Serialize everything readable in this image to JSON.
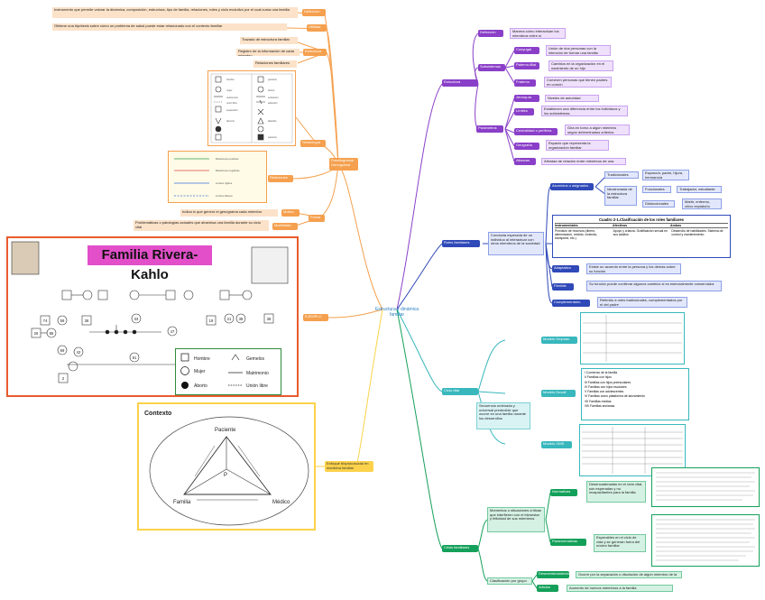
{
  "center": "Estructura y dinámica familiar",
  "colors": {
    "orange": "#f5a04e",
    "purple": "#8a3fc8",
    "blue": "#2f49b8",
    "teal": "#38b7bd",
    "green": "#14a05a",
    "yellow": "#fcd24a"
  },
  "left": {
    "familiograma": "Familiograma/ Genograma",
    "definicion": "Definición",
    "definicion_text": "Instrumento que permite valorar la dinámica, composición, estructura, tipo de familia, relaciones, roles y ciclo evolutivo por el cual cursa una familia",
    "utilidad": "Utilidad",
    "utilidad_text": "Obtiene una hipótesis sobre cómo un problema de salud puede estar relacionado con el contexto familiar",
    "estructura": "Estructura",
    "trazado": "Trazado de estructura familiar",
    "registro": "Registro de la información de cada miembro",
    "relaciones_fam": "Relaciones familiares",
    "simbologia": "Simbología",
    "relaciones": "Relaciones",
    "motivo": "Motivo",
    "motivo_text": "Indica lo que generó el genograma cada miembro",
    "fecha": "Fecha",
    "morbilidad": "Morbilidad",
    "morbilidad_text": "Problemáticas o patologías actuales que atraviesa una familia durante su ciclo vital",
    "ejemplo": "EJEMPLO",
    "symbols": [
      "hombre",
      "mujer",
      "matrimonio",
      "unión libre",
      "separación",
      "divorcio",
      "gemelos",
      "aborto",
      "embarazo",
      "adopción",
      "fallecido",
      "paciente"
    ],
    "relation_lines": [
      "Relaciones positivas",
      "Relaciones negativas",
      "Límites rígidos",
      "Límites difusos"
    ],
    "enfoque": "Enfoque biopsicosocial en medicina familiar"
  },
  "genogram": {
    "title": "Familia Rivera-Kahlo",
    "legend": {
      "hombre": "Hombre",
      "mujer": "Mujer",
      "aborto": "Aborto",
      "gemelos": "Gemelos",
      "matrimonio": "Matrimonio",
      "union": "Unión libre"
    },
    "ages": [
      "74",
      "59",
      "36",
      "33",
      "19",
      "21",
      "38",
      "36",
      "26",
      "85",
      "47",
      "69",
      "42",
      "91",
      "2",
      "30",
      "25"
    ]
  },
  "context_diagram": {
    "title": "Contexto",
    "paciente": "Paciente",
    "familia": "Familia",
    "medico": "Médico",
    "center": "P"
  },
  "right": {
    "estructura": "Estructura",
    "definicion": "Definición",
    "definicion_text": "Manera cómo interactúan los miembros entre sí",
    "subsistemas": "Subsistemas",
    "conyugal": "Conyugal",
    "conyugal_text": "Unión de dos personas con la intención de formar una familia",
    "paterno": "Paterno-filial",
    "paterno_text": "Cambios en la organización en el nacimiento de un hijo",
    "fraterno": "Fraterno",
    "fraterno_text": "Conviven personas que tienen padres en común",
    "parametros": "Parámetros",
    "jerarquia": "Jerarquía",
    "jerarquia_text": "Niveles de autoridad",
    "limites": "Límites",
    "limites_text": "Establecen una diferencia entre los individuos y los subsistemas",
    "centralidad": "Centralidad o periferia",
    "centralidad_text": "Gira en torno a algún miembro según determinados criterios",
    "geografia": "Geografía",
    "geografia_text": "Espacio que representa la organización familiar",
    "alianzas": "Alianzas",
    "alianzas_text": "Afinidad de relación entre miembros de una familia",
    "roles": "Roles familiares",
    "roles_text": "Conducta esperada de un individuo al interactuar con otros miembros de la sociedad",
    "asumidos": "Asumidos o asignados",
    "tradicionales": "Tradicionales",
    "trad_text": "Esposo/a, padre, hijo/a, hermano/a",
    "idiosincrasia": "Idiosincrasia de la estructura familiar",
    "funcionales": "Funcionales",
    "func_text": "Trabajador, estudiante",
    "disfuncionales": "Disfuncionales",
    "disf_text": "Mártir, enfermo, chivo expiatorio",
    "table_title": "Cuadro 2-1.Clasificación de los roles familiares",
    "table_cols": [
      "Instrumentales",
      "Afectivos",
      "Ambos"
    ],
    "table_rows": [
      [
        "Provisión de recursos (dinero, alimentación, vestido, vivienda, transporte, etc.)",
        "Apoyo y crianza. Gratificación sexual en sus adultos",
        "Desarrollo de habilidades. Sistema de control y mantenimiento"
      ]
    ],
    "adaptativo": "Adaptativo",
    "adaptativo_text": "Existe un acuerdo entre la persona y los demás sobre su función",
    "flexible": "Flexible",
    "flexible_text": "Su función puede conllevar algunos cambios si es esencialmente conservador",
    "complementario": "Complementario",
    "complementario_text": "Referido a roles tradicionales, complementados por el del padre",
    "ciclo": "Ciclo vital",
    "ciclo_text": "Secuencia ordenada y universal predecible que ocurre en una familia durante los desarrollos",
    "geyman": "Modelo Geyman",
    "duvall": "Modelo Duvall",
    "oms": "Modelo OMS",
    "duvall_rows": [
      "I  Comienzo de la familia",
      "II  Familias con hijos",
      "III  Familias con hijos preescolares",
      "IV  Familias con hijos escolares",
      "V  Familias con adolescentes",
      "VI  Familias como plataforma de lanzamiento",
      "VII  Familias medias",
      "VIII  Familias ancianas"
    ],
    "crisis": "Crisis familiares",
    "crisis_text": "Momentos o situaciones críticas que interfieren con el bienestar y felicidad de sus miembros",
    "normativas": "Normativas",
    "normativas_text": "Desencadenadas en el ciclo vital, son esperadas y no incapacitantes para la familia",
    "paranormativas": "Paranormativas",
    "paranormativas_text": "Esperables en el ciclo de vida y se generan fuera del núcleo familiar",
    "clasificacion": "Clasificación",
    "clas_grupo": "Clasificación por grupo",
    "desmembramiento": "Desmembramiento",
    "desm_text": "Ocurre por la separación o disolución de algún miembro de la familia",
    "adicion": "Adición",
    "adicion_text": "Aumento de nuevos miembros a la familia"
  }
}
